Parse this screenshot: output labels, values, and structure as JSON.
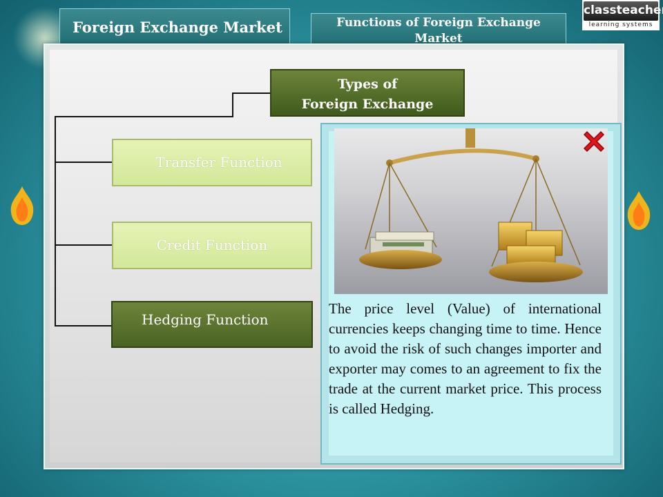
{
  "header": {
    "title": "Foreign Exchange Market",
    "subtitle": "Functions of Foreign Exchange Market"
  },
  "logo": {
    "brand": "classteacher",
    "tagline": "learning systems"
  },
  "diagram": {
    "root": {
      "line1": "Types of",
      "line2": "Foreign Exchange"
    },
    "children": [
      {
        "label": "Transfer Function"
      },
      {
        "label": "Credit Function"
      },
      {
        "label": "Hedging Function"
      }
    ]
  },
  "popup": {
    "image_icon": "balance-scale-image",
    "close_icon": "close-icon",
    "text": "The price level (Value) of international currencies keeps changing time to time. Hence to avoid the risk of such changes importer and exporter may comes to an agreement to fix the trade at the current market price. This process is called Hedging."
  },
  "colors": {
    "dark_node": "#4f6a24",
    "light_node": "#dcedab",
    "popup_bg": "#c7f2f6",
    "tab_bg": "#2a7a80",
    "close_red": "#e0141e"
  }
}
